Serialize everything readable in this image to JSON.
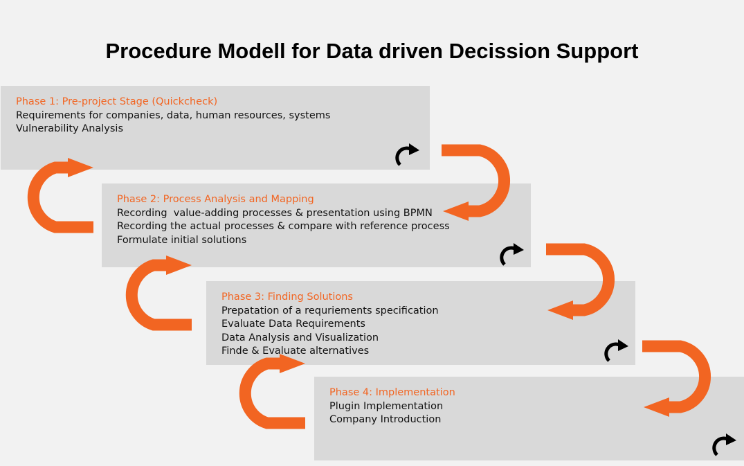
{
  "title": "Procedure Modell for Data driven Decission Support",
  "colors": {
    "background": "#f2f2f2",
    "box": "#d9d9d9",
    "accent": "#f26522",
    "text": "#111111",
    "loop_icon": "#000000"
  },
  "phases": [
    {
      "title": "Phase 1: Pre-project Stage (Quickcheck)",
      "lines": [
        "Requirements for companies, data, human resources, systems",
        "Vulnerability Analysis"
      ]
    },
    {
      "title": "Phase 2: Process Analysis and Mapping",
      "lines": [
        "Recording  value-adding processes & presentation using BPMN",
        "Recording the actual processes & compare with reference process",
        "Formulate initial solutions"
      ]
    },
    {
      "title": "Phase 3: Finding Solutions",
      "lines": [
        "Prepatation of a requriements specification",
        "Evaluate Data Requirements",
        "Data Analysis and Visualization",
        "Finde & Evaluate alternatives"
      ]
    },
    {
      "title": "Phase 4: Implementation",
      "lines": [
        "Plugin Implementation",
        "Company Introduction"
      ]
    }
  ],
  "icons": {
    "forward_arrow": "u-turn-forward-arrow-icon",
    "back_arrow": "u-turn-back-arrow-icon",
    "iterate": "loop-arrow-icon"
  }
}
